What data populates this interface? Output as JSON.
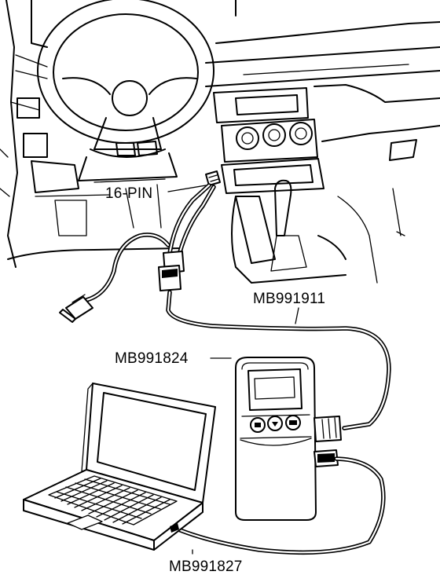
{
  "labels": {
    "connector": "16-PIN",
    "cable_main": "MB991911",
    "interface_unit": "MB991824",
    "cable_usb": "MB991827"
  }
}
